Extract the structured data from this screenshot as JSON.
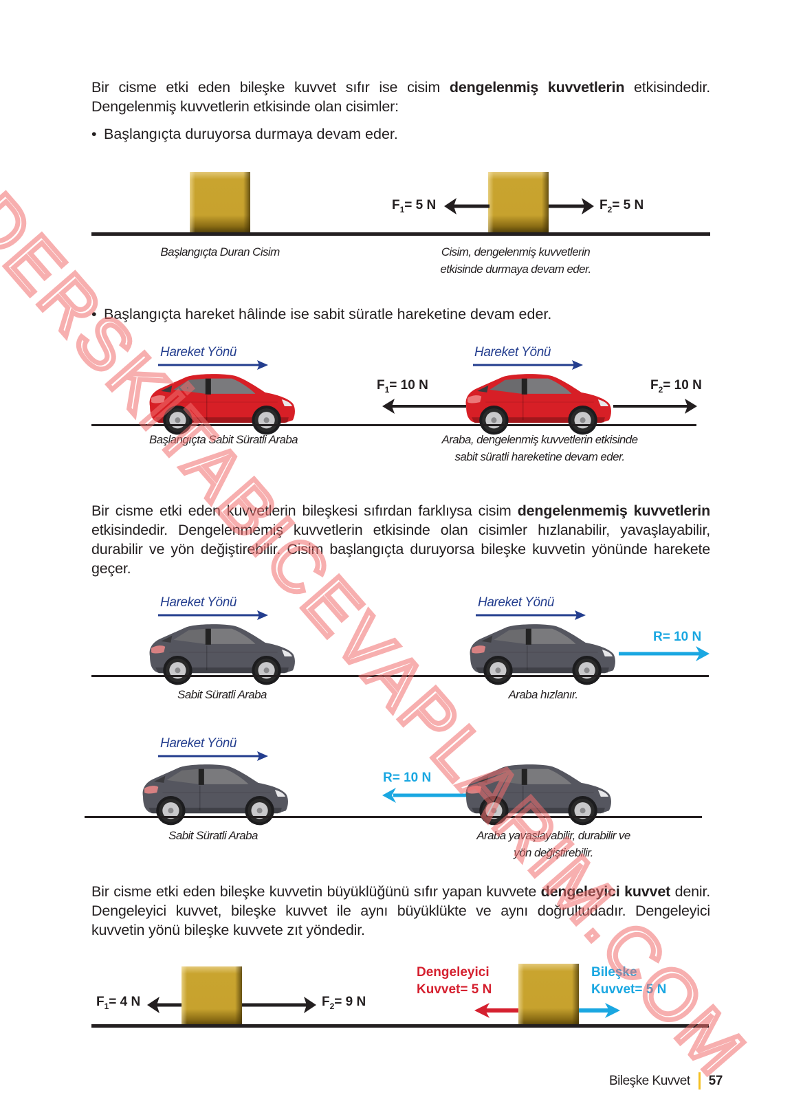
{
  "paragraph1": {
    "part1": "Bir cisme etki eden bileşke kuvvet sıfır ise cisim ",
    "bold": "dengelenmiş kuvvetlerin",
    "part2": " etkisindedir. Dengelenmiş kuvvetlerin etkisinde olan cisimler:"
  },
  "bullets": [
    "Başlangıçta duruyorsa durmaya devam eder.",
    "Başlangıçta hareket hâlinde ise sabit süratle hareketine devam eder."
  ],
  "bullet_symbol": "•",
  "figure1": {
    "left_caption": "Başlangıçta Duran Cisim",
    "right_caption_line1": "Cisim, dengelenmiş kuvvetlerin",
    "right_caption_line2": "etkisinde durmaya devam eder.",
    "f1": {
      "name": "F",
      "sub": "1",
      "value": "= 5 N"
    },
    "f2": {
      "name": "F",
      "sub": "2",
      "value": "= 5 N"
    }
  },
  "figure2": {
    "direction_label": "Hareket Yönü",
    "left_caption": "Başlangıçta Sabit Süratli Araba",
    "right_caption_line1": "Araba, dengelenmiş kuvvetlerin etkisinde",
    "right_caption_line2": "sabit süratli hareketine devam eder.",
    "f1": {
      "name": "F",
      "sub": "1",
      "value": "= 10 N"
    },
    "f2": {
      "name": "F",
      "sub": "2",
      "value": "= 10 N"
    },
    "car_color": "#d71f26"
  },
  "paragraph2": {
    "part1": "Bir cisme etki eden kuvvetlerin bileşkesi sıfırdan farklıysa cisim ",
    "bold": "dengelenmemiş kuvvetlerin",
    "part2": " etkisindedir. Dengelenmemiş kuvvetlerin etkisinde olan cisimler hızlanabilir, yavaşlayabilir, durabilir ve yön değiştirebilir. Cisim başlangıçta duruyorsa bileşke kuvvetin yönünde harekete geçer."
  },
  "figure3": {
    "direction_label": "Hareket Yönü",
    "left_caption": "Sabit Süratli Araba",
    "right_caption": "Araba hızlanır.",
    "resultant": "R= 10 N",
    "car_color": "#55565f"
  },
  "figure4": {
    "direction_label": "Hareket Yönü",
    "left_caption": "Sabit Süratli Araba",
    "right_caption_line1": "Araba yavaşlayabilir, durabilir ve",
    "right_caption_line2": "yön değiştirebilir.",
    "resultant": "R= 10 N",
    "car_color": "#55565f"
  },
  "paragraph3": {
    "part1": "Bir cisme etki eden bileşke kuvvetin büyüklüğünü sıfır yapan kuvvete ",
    "bold": "dengeleyici kuvvet",
    "part2": " denir. Dengeleyici kuvvet, bileşke kuvvet ile aynı büyüklükte ve aynı doğrultudadır. Dengeleyici kuvvetin yönü bileşke kuvvete zıt yöndedir."
  },
  "figure5": {
    "f1": {
      "name": "F",
      "sub": "1",
      "value": "= 4 N"
    },
    "f2": {
      "name": "F",
      "sub": "2",
      "value": "= 9 N"
    },
    "balancing_line1": "Dengeleyici",
    "balancing_line2": "Kuvvet= 5 N",
    "resultant_line1": "Bileşke",
    "resultant_line2": "Kuvvet= 5 N"
  },
  "footer": {
    "chapter": "Bileşke Kuvvet",
    "page_number": "57"
  },
  "watermark": "DERSKİTABICEVAPLARIM.COM",
  "colors": {
    "text": "#231f20",
    "direction_blue": "#233d8e",
    "resultant_cyan": "#1aa7e1",
    "balancing_red": "#d5202f",
    "block_gold": "#c7a22e",
    "footer_accent": "#f4bf20",
    "watermark_pink": "#f06e6e"
  }
}
